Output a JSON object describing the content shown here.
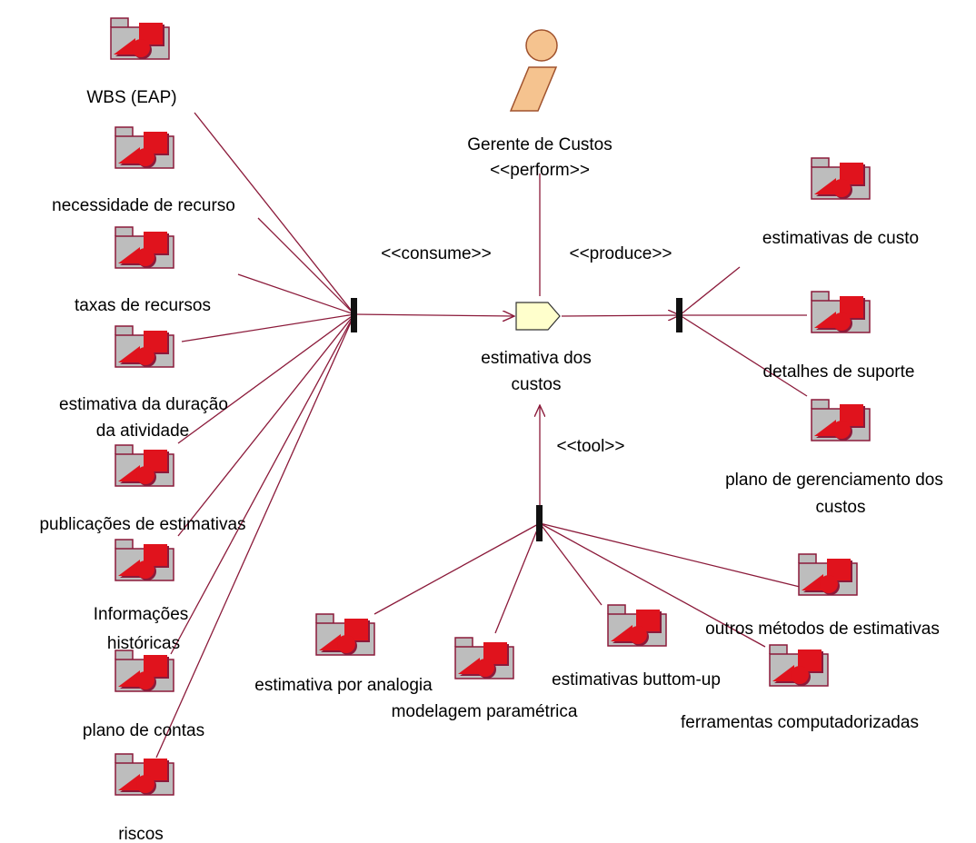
{
  "colors": {
    "connector": "#8b1a3a",
    "artifact_body": "#bdbdbd",
    "artifact_shape": "#e0131d",
    "activity_fill": "#ffffcc",
    "actor_head": "#f5c38f"
  },
  "actor": {
    "icon": "worker-icon",
    "name": "Gerente de Custos",
    "stereotype": "<<perform>>"
  },
  "activity": {
    "line1": "estimativa dos",
    "line2": "custos"
  },
  "stereotypes": {
    "consume": "<<consume>>",
    "produce": "<<produce>>",
    "tool": "<<tool>>"
  },
  "inputs": [
    {
      "label": "WBS (EAP)"
    },
    {
      "label": "necessidade de recurso"
    },
    {
      "label": "taxas de recursos"
    },
    {
      "label": "estimativa da duração",
      "label2": "da atividade"
    },
    {
      "label": "publicações de estimativas"
    },
    {
      "label": "Informações",
      "label2": "históricas"
    },
    {
      "label": "plano de contas"
    },
    {
      "label": "riscos"
    }
  ],
  "outputs": [
    {
      "label": "estimativas de custo"
    },
    {
      "label": "detalhes de suporte"
    },
    {
      "label": "plano de gerenciamento dos",
      "label2": "custos"
    }
  ],
  "tools": [
    {
      "label": "estimativa por analogia"
    },
    {
      "label": "modelagem paramétrica"
    },
    {
      "label": "estimativas buttom-up"
    },
    {
      "label": "outros métodos de estimativas"
    },
    {
      "label": "ferramentas computadorizadas"
    }
  ]
}
